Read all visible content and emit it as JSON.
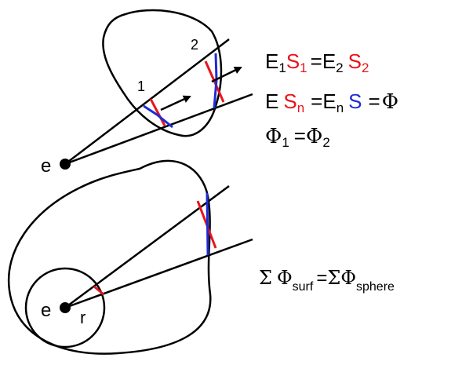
{
  "colors": {
    "line": "#000000",
    "normal_area": "#e8141b",
    "surface_area": "#1f2bd6"
  },
  "top_figure": {
    "charge_label": "e",
    "point1_label": "1",
    "point2_label": "2"
  },
  "bottom_figure": {
    "charge_label": "e",
    "radius_label": "r"
  },
  "equations": {
    "eq1": {
      "E": "E",
      "sub1": "1",
      "S": "S",
      "subS1": "1",
      "eq": "=",
      "E2": "E",
      "sub2": "2",
      "S2": "S",
      "subS2": "2"
    },
    "eq2": {
      "E": "E",
      "Sn": "S",
      "subn": "n",
      "eq1": "=",
      "En": "E",
      "subEn": "n",
      "S": "S",
      "eq2": "=",
      "Phi": "Φ"
    },
    "eq3": {
      "Phi1": "Φ",
      "sub1": "1",
      "eq": "=",
      "Phi2": "Φ",
      "sub2": "2"
    },
    "eq4": {
      "sigma1": "Σ",
      "Phi1": "Φ",
      "sub1": "surf",
      "eq": "=",
      "sigma2": "Σ",
      "Phi2": "Φ",
      "sub2": "sphere"
    }
  }
}
